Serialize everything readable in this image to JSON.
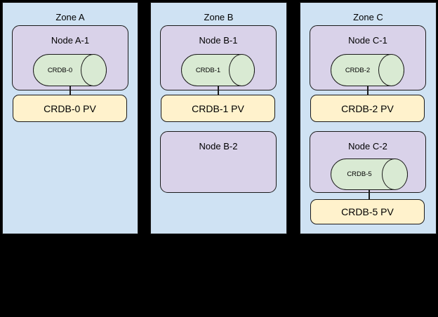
{
  "canvas": {
    "background": "#000000"
  },
  "colors": {
    "zone_fill": "#cfe2f3",
    "node_fill": "#d9d2e9",
    "db_cylinder_fill": "#d9ead3",
    "pv_fill": "#fff2cc",
    "stroke": "#1a1a1a"
  },
  "zones": [
    {
      "title": "Zone A",
      "nodes": [
        {
          "title": "Node A-1",
          "db": "CRDB-0",
          "pv": "CRDB-0 PV"
        }
      ]
    },
    {
      "title": "Zone B",
      "nodes": [
        {
          "title": "Node B-1",
          "db": "CRDB-1",
          "pv": "CRDB-1 PV"
        },
        {
          "title": "Node B-2"
        }
      ]
    },
    {
      "title": "Zone C",
      "nodes": [
        {
          "title": "Node C-1",
          "db": "CRDB-2",
          "pv": "CRDB-2 PV"
        },
        {
          "title": "Node C-2",
          "db": "CRDB-5",
          "pv": "CRDB-5 PV"
        }
      ]
    }
  ]
}
